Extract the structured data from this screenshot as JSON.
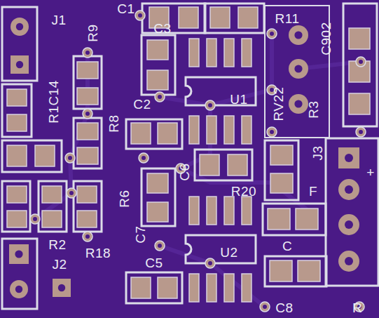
{
  "diagram": {
    "labels": [
      "C1",
      "J1",
      "C3",
      "R11",
      "C902",
      "R9",
      "R1C14",
      "U1",
      "RV22",
      "R3",
      "C2",
      "R8",
      "J3",
      "C6",
      "R20",
      "R6",
      "F",
      "+",
      "C7",
      "R2",
      "R18",
      "C",
      "U2",
      "J2",
      "C5",
      "C8",
      "R"
    ]
  }
}
